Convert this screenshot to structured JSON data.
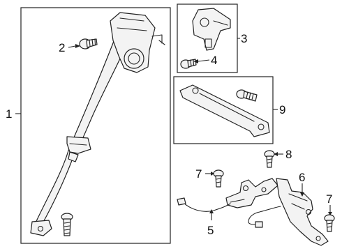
{
  "callouts": [
    "1",
    "2",
    "3",
    "4",
    "5",
    "6",
    "7",
    "7",
    "8",
    "9"
  ]
}
